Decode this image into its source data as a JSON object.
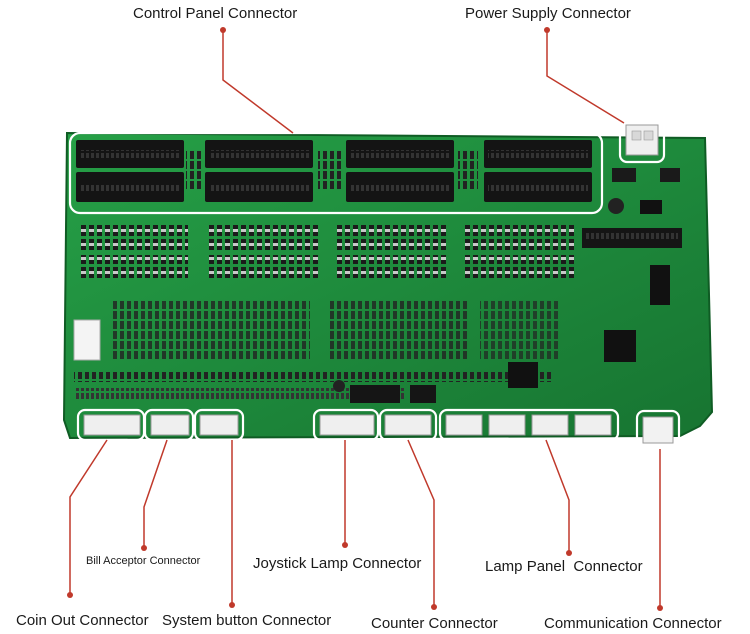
{
  "colors": {
    "pcb": "#1e8a3c",
    "pcb_dark": "#0f5c24",
    "callout": "#c0392b",
    "highlight": "#ffffff",
    "connector_black": "#1a1a1a",
    "connector_white": "#eeeeee",
    "chip": "#111111"
  },
  "labels": {
    "control_panel": "Control Panel Connector",
    "power_supply": "Power Supply Connector",
    "coin_out": "Coin Out Connector",
    "bill_acceptor": "Bill Acceptor Connector",
    "system_button": "System button Connector",
    "joystick_lamp": "Joystick Lamp Connector",
    "counter": "Counter Connector",
    "lamp_panel": "Lamp Panel  Connector",
    "communication": "Communication Connector"
  }
}
